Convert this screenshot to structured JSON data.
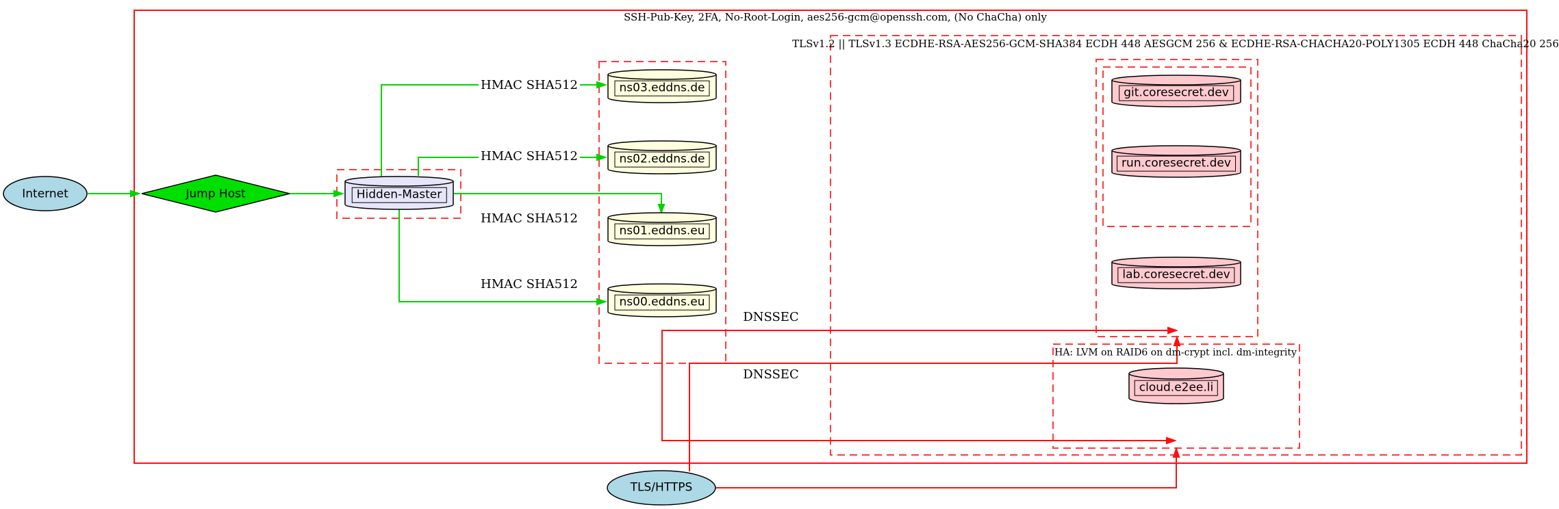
{
  "nodes": {
    "internet": "Internet",
    "jump_host": "Jump Host",
    "hidden_master": "Hidden-Master",
    "ns03": "ns03.eddns.de",
    "ns02": "ns02.eddns.de",
    "ns01": "ns01.eddns.eu",
    "ns00": "ns00.eddns.eu",
    "git": "git.coresecret.dev",
    "run": "run.coresecret.dev",
    "lab": "lab.coresecret.dev",
    "cloud": "cloud.e2ee.li",
    "tls_https": "TLS/HTTPS"
  },
  "clusters": {
    "ssh_label": "SSH-Pub-Key, 2FA, No-Root-Login, aes256-gcm@openssh.com, (No ChaCha) only",
    "tls_label": "TLSv1.2 || TLSv1.3 ECDHE-RSA-AES256-GCM-SHA384 ECDH 448 AESGCM 256 & ECDHE-RSA-CHACHA20-POLY1305 ECDH 448 ChaCha20 256",
    "ha_label": "HA: LVM on RAID6 on dm-crypt incl. dm-integrity"
  },
  "edge_labels": {
    "hmac": "HMAC SHA512",
    "dnssec": "DNSSEC"
  },
  "colors": {
    "node_blue": "#add8e6",
    "node_green": "#00e000",
    "node_lavender": "#e6e6fa",
    "node_yellow": "#ffffe0",
    "node_pink": "#ffc9ce",
    "edge_green": "#00d300",
    "edge_red": "#ff0e0e",
    "cluster_red": "#ff3b3b"
  }
}
